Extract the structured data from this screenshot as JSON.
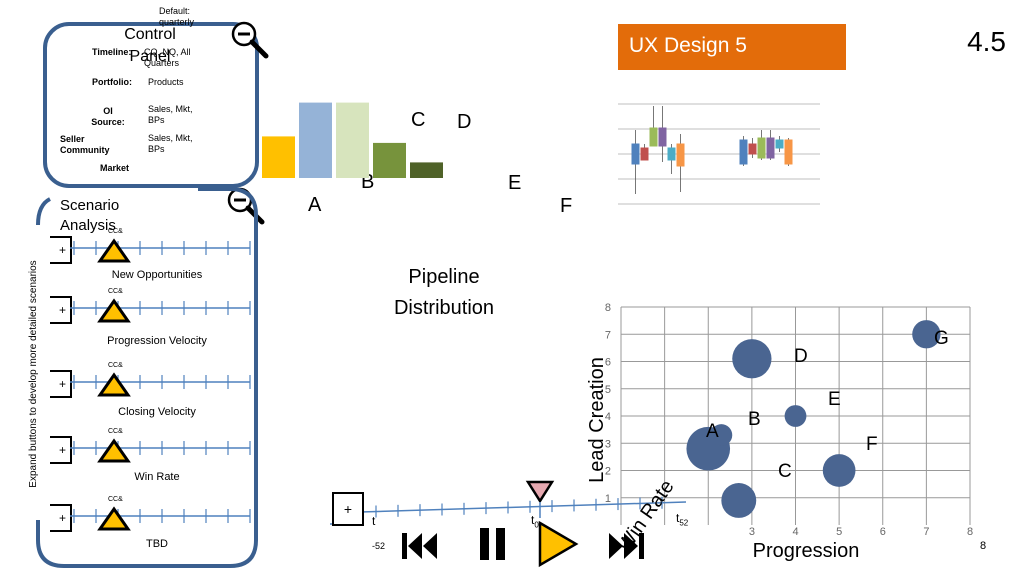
{
  "corner_number": "4.5",
  "page_number": "8",
  "control_panel": {
    "title": "Control Panel",
    "default_note": "Default: quarterly",
    "rows": [
      {
        "label": "Timeline:",
        "value": "CQ, NQ, All Quarters"
      },
      {
        "label": "Portfolio:",
        "value": "Products"
      },
      {
        "label": "OI Source:",
        "value": "Sales, Mkt, BPs"
      },
      {
        "label": "Seller Community",
        "value": "Sales, Mkt, BPs"
      },
      {
        "label": "Market",
        "value": ""
      }
    ]
  },
  "scenario_panel": {
    "title": "Scenario Analysis",
    "side_note": "Expand buttons to develop more detailed scenarios",
    "marker_tag": "CC&",
    "plus": "+",
    "rows": [
      {
        "label": "New Opportunities"
      },
      {
        "label": "Progression Velocity"
      },
      {
        "label": "Closing Velocity"
      },
      {
        "label": "Win Rate"
      },
      {
        "label": "TBD"
      }
    ]
  },
  "bar_chart_letters": {
    "A": "A",
    "B": "B",
    "C": "C",
    "D": "D",
    "E": "E",
    "F": "F"
  },
  "pipeline_title": "Pipeline Distribution",
  "ux_badge": {
    "label": "UX Design 5",
    "color": "#e36c0a"
  },
  "playback": {
    "plus": "+",
    "t_left": "t",
    "t_left_sub": "-52",
    "t_mid": "t",
    "t_mid_sub": "0",
    "t_right": "t",
    "t_right_sub": "52",
    "overlay_label": "Win Rate"
  },
  "chart_data": [
    {
      "type": "bar",
      "categories": [
        "A",
        "B",
        "C",
        "D",
        "E",
        "F"
      ],
      "values": [
        32,
        58,
        58,
        27,
        12,
        0
      ],
      "colors": [
        "#ffc000",
        "#95b3d7",
        "#d7e4bd",
        "#77933c",
        "#4f6228",
        "#ffffff"
      ]
    },
    {
      "type": "box",
      "groups": 2,
      "series_colors": [
        "#4f81bd",
        "#c0504d",
        "#9bbb59",
        "#8064a2",
        "#4bacc6",
        "#f79646"
      ]
    },
    {
      "type": "scatter",
      "xlabel": "Progression",
      "ylabel": "Lead Creation",
      "xlim": [
        0,
        8
      ],
      "ylim": [
        0,
        8
      ],
      "xticks": [
        3,
        4,
        5,
        6,
        7,
        8
      ],
      "yticks": [
        1,
        2,
        3,
        4,
        5,
        6,
        7,
        8
      ],
      "points": [
        {
          "label": "",
          "x": 2.0,
          "y": 2.8,
          "r": 1.0
        },
        {
          "label": "A",
          "x": 2.3,
          "y": 3.3,
          "r": 0.5
        },
        {
          "label": "B",
          "x": 2.3,
          "y": 3.3,
          "r": 0
        },
        {
          "label": "C",
          "x": 2.7,
          "y": 0.9,
          "r": 0.8
        },
        {
          "label": "D",
          "x": 3.0,
          "y": 6.1,
          "r": 0.9
        },
        {
          "label": "E",
          "x": 4.0,
          "y": 4.0,
          "r": 0.5
        },
        {
          "label": "F",
          "x": 5.0,
          "y": 2.0,
          "r": 0.75
        },
        {
          "label": "G",
          "x": 7.0,
          "y": 7.0,
          "r": 0.65
        }
      ],
      "color": "#4a6591"
    }
  ]
}
